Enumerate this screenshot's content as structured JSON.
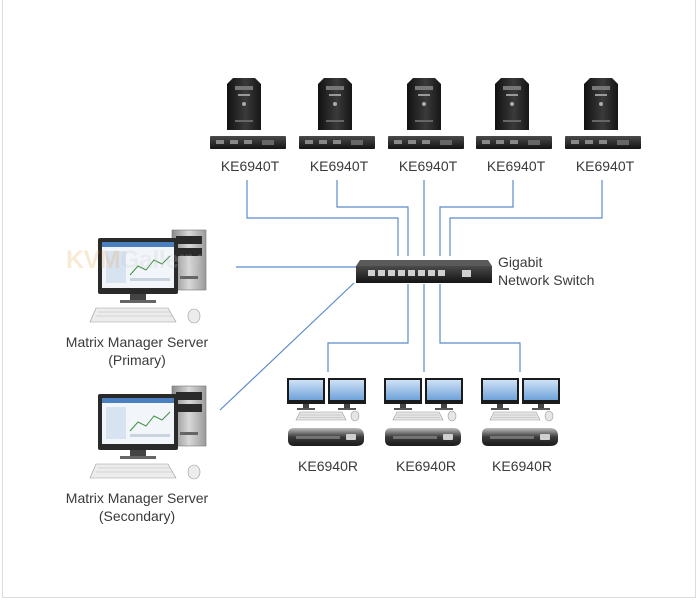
{
  "transmitters": [
    {
      "label": "KE6940T"
    },
    {
      "label": "KE6940T"
    },
    {
      "label": "KE6940T"
    },
    {
      "label": "KE6940T"
    },
    {
      "label": "KE6940T"
    }
  ],
  "receivers": [
    {
      "label": "KE6940R"
    },
    {
      "label": "KE6940R"
    },
    {
      "label": "KE6940R"
    }
  ],
  "switch": {
    "line1": "Gigabit",
    "line2": "Network Switch"
  },
  "servers": [
    {
      "line1": "Matrix Manager Server",
      "line2": "(Primary)"
    },
    {
      "line1": "Matrix Manager Server",
      "line2": "(Secondary)"
    }
  ],
  "watermark": "KVMGallery",
  "colors": {
    "link_line": "#5b8bc9",
    "device_dark": "#2b2b2b",
    "label_text": "#3a3a3a"
  },
  "icons": [
    "tower-pc-icon",
    "kvm-extender-transmitter-icon",
    "network-switch-icon",
    "dual-monitor-icon",
    "keyboard-mouse-icon",
    "kvm-extender-receiver-icon",
    "workstation-icon"
  ]
}
